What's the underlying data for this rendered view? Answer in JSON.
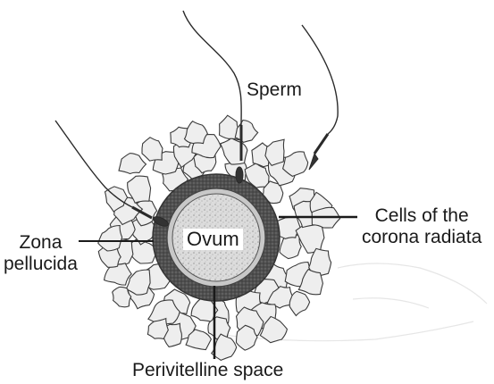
{
  "labels": {
    "sperm": "Sperm",
    "cells_line1": "Cells of the",
    "cells_line2": "corona radiata",
    "zona_line1": "Zona",
    "zona_line2": "pellucida",
    "ovum": "Ovum",
    "perivitelline": "Perivitelline space"
  },
  "colors": {
    "corona_cell_fill": "#eeeeee",
    "zona_fill": "#5a5a5a",
    "perivitelline_fill": "#c8c8c8",
    "ovum_fill": "#d9d9d9",
    "line": "#1a1a1a"
  }
}
